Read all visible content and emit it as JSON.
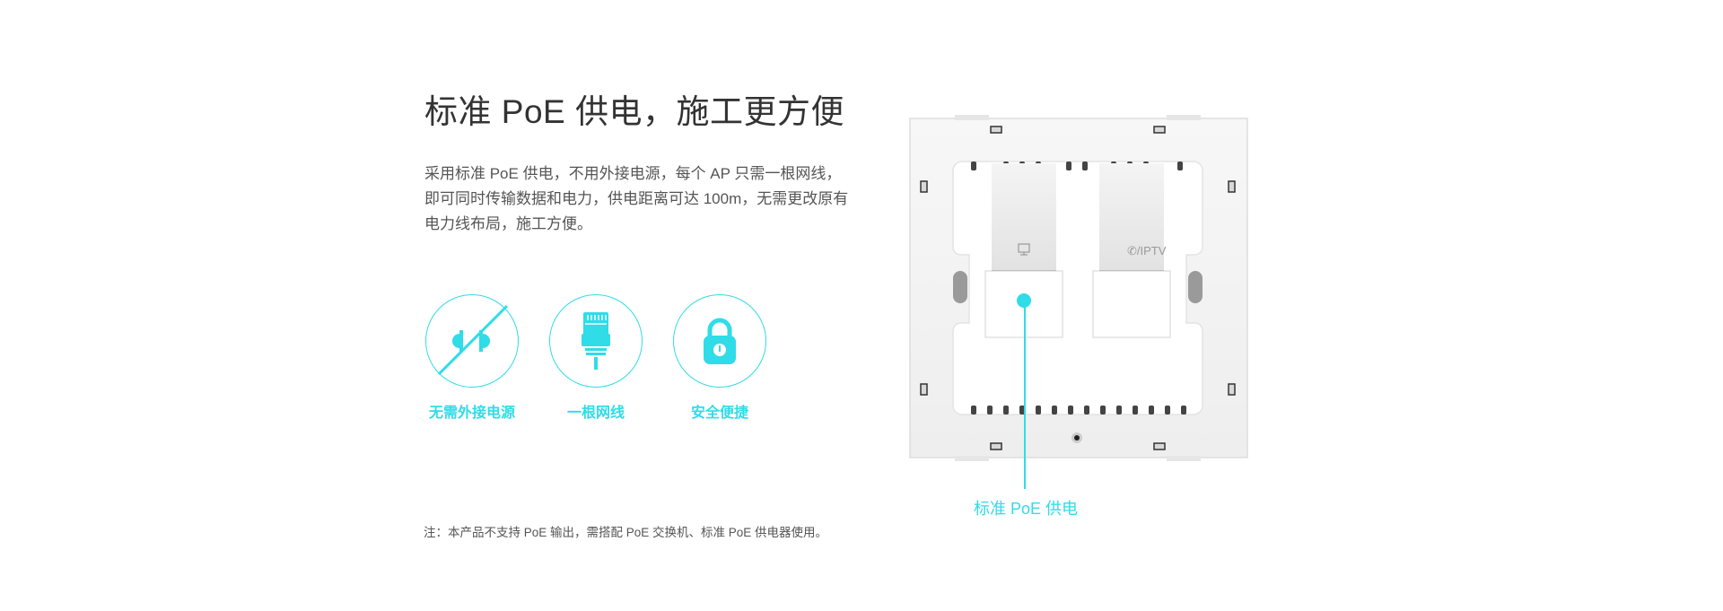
{
  "heading": {
    "title": "标准 PoE 供电，施工更方便"
  },
  "description": {
    "text": "采用标准 PoE 供电，不用外接电源，每个 AP 只需一根网线，即可同时传输数据和电力，供电距离可达 100m，无需更改原有电力线布局，施工方便。"
  },
  "features": [
    {
      "icon": "no-power-plug-icon",
      "label": "无需外接电源"
    },
    {
      "icon": "ethernet-cable-icon",
      "label": "一根网线"
    },
    {
      "icon": "padlock-icon",
      "label": "安全便捷"
    }
  ],
  "device": {
    "port_labels": [
      "network-icon",
      "IPTV"
    ],
    "callout_label": "标准 PoE 供电"
  },
  "note": {
    "text": "注：本产品不支持 PoE 输出，需搭配 PoE 交换机、标准 PoE 供电器使用。"
  },
  "colors": {
    "accent": "#2fdce8",
    "heading": "#333333",
    "body_text": "#555555",
    "background": "#ffffff"
  }
}
